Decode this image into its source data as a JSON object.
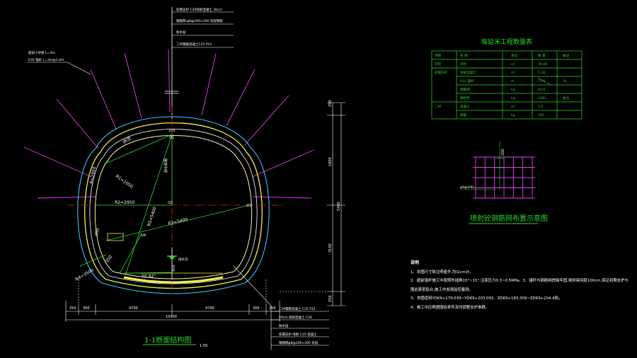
{
  "section": {
    "title": "1-1断面结构图",
    "scale": "1:50",
    "radii": {
      "r1": "R1=1050",
      "r2": "R2=2950",
      "r3": "R3=5400",
      "r4": "R4=3500",
      "r5": "R5=5400",
      "rc": "R=2950"
    },
    "points": {
      "p1": "O1",
      "p2": "O2",
      "p3": "O3",
      "p4": "O4",
      "p5": "O5"
    },
    "thickness_marks": [
      "350",
      "350",
      "30.0"
    ],
    "center_label": "隧道中线",
    "crown_label": "拱顶",
    "drain_label": "排水沟",
    "inner_label": "内轮廓线",
    "angle_label": "50.92°",
    "height_marks": [
      "105",
      "450"
    ],
    "width_dims": [
      "250",
      "300",
      "4700",
      "4700",
      "300",
      "250"
    ],
    "total_width": "10400",
    "right_dims": [
      "250",
      "1800",
      "3100",
      "250"
    ],
    "right_total": "5400"
  },
  "top_legend": [
    "初期支护:C20喷射混凝土 20cm",
    "钢筋网:φ8@200×200 双层钢筋",
    "防水层",
    "二衬钢筋混凝土C25 P12"
  ],
  "left_callout": [
    "超前小导管 L=3m",
    "R32 锚杆 L=3m@1.0m"
  ],
  "bottom_legend": [
    "二衬钢筋混凝土 C25 P12",
    "20cm 喷射混凝土 C20",
    "防水层",
    "初期支护 喷射 C25 混凝土",
    "钢筋网φ8@200×200 双层"
  ],
  "table": {
    "title": "每延米工程数量表",
    "headers": [
      "项目",
      "名 称",
      "单位",
      "数 量",
      "备注"
    ],
    "rows": [
      [
        "开挖",
        "开挖",
        "m³",
        "76.86",
        ""
      ],
      [
        "初期支护",
        "喷射混凝土",
        "m³",
        "5.18",
        ""
      ],
      [
        "",
        "R32 锚杆",
        "m",
        "37.5",
        "10"
      ],
      [
        "",
        "钢筋网",
        "kg",
        "83.8",
        ""
      ],
      [
        "",
        "钢拱架",
        "kg",
        "1081",
        "备注"
      ],
      [
        "二衬",
        "混凝土",
        "m³",
        "5.6",
        ""
      ],
      [
        "",
        "钢筋",
        "kg",
        "326",
        ""
      ]
    ]
  },
  "mesh": {
    "title": "喷射砼钢筋网布置示意图",
    "dim_v": "200",
    "label": "φ8@200"
  },
  "notes": {
    "title": "说明",
    "items": [
      "1、本图尺寸除注明者外,均以cm计。",
      "2、超前锚杆施工中按照外插角15°~15°,注浆压力0.3~0.5MPa。3、锚杆与钢筋网焊接牢固,钢拱架间距100cm,保证初期支护与围岩紧密贴合,施工中加强监控量测。",
      "3、本图适用YDK9+179.039~YDK9+203.093、ZDK9+183.309~ZDK9+204.4段。",
      "4、施工中应根据围岩条件及时调整支护参数。"
    ]
  },
  "colors": {
    "green": "#2bd62b",
    "white": "#ffffff",
    "yellow": "#f2f24a",
    "cyan": "#39c6f2",
    "magenta": "#e040e8",
    "red": "#e02020",
    "pale_yellow": "#f7f7a8"
  }
}
